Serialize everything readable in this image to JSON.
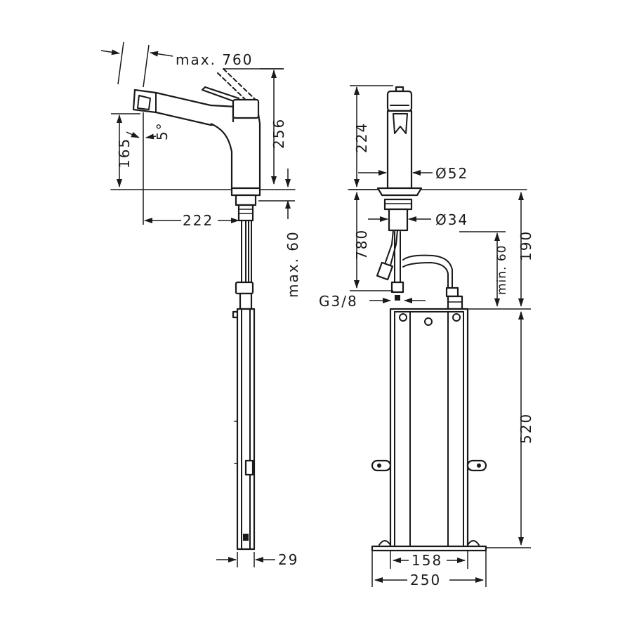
{
  "dimensions": {
    "max_pullout": "max. 760",
    "angle": "5°",
    "height_spout": "165",
    "height_lever": "256",
    "reach": "222",
    "hose_max": "max. 60",
    "hose_width": "29",
    "height_body": "224",
    "diameter_body": "Ø52",
    "diameter_shank": "Ø34",
    "length_under": "780",
    "thread": "G3/8",
    "min_below": "min. 60",
    "dist_190": "190",
    "box_height": "520",
    "box_inner_width": "158",
    "box_outer_width": "250"
  }
}
